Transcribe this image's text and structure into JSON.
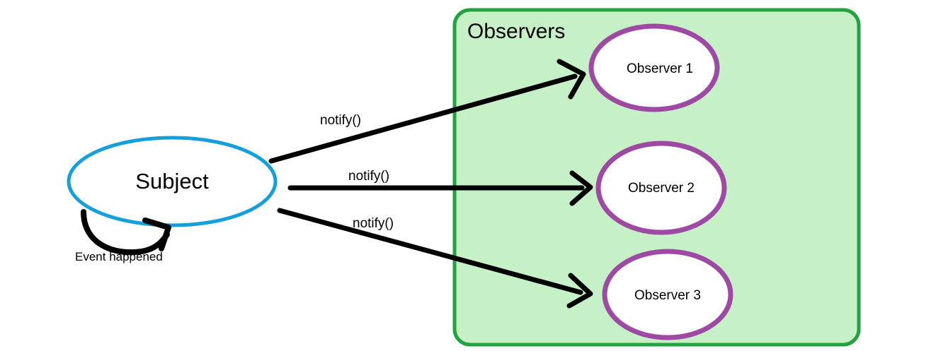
{
  "diagram": {
    "title_group": "Observers",
    "colors": {
      "subject_stroke": "#15a0dc",
      "observer_stroke": "#9e4aa4",
      "group_border": "#22a33f",
      "group_fill": "#c6f0c6",
      "node_fill": "#ffffff",
      "arrow": "#000000",
      "text": "#000000"
    },
    "subject": {
      "label": "Subject"
    },
    "self_loop": {
      "label": "Event happened"
    },
    "observers": [
      {
        "label": "Observer 1"
      },
      {
        "label": "Observer 2"
      },
      {
        "label": "Observer 3"
      }
    ],
    "edges": [
      {
        "label": "notify()",
        "from": "Subject",
        "to": "Observer 1"
      },
      {
        "label": "notify()",
        "from": "Subject",
        "to": "Observer 2"
      },
      {
        "label": "notify()",
        "from": "Subject",
        "to": "Observer 3"
      }
    ]
  }
}
